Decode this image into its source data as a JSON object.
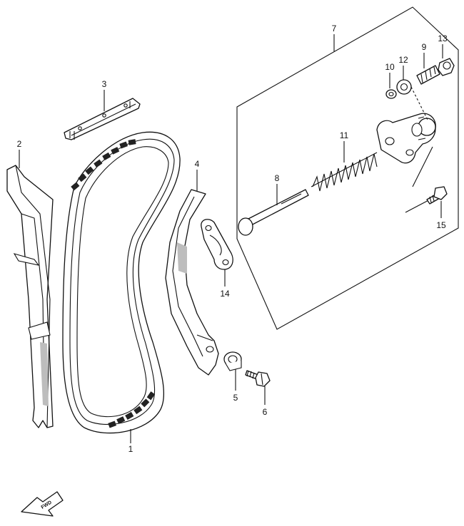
{
  "callouts": {
    "c1": "1",
    "c2": "2",
    "c3": "3",
    "c4": "4",
    "c5": "5",
    "c6": "6",
    "c7": "7",
    "c8": "8",
    "c9": "9",
    "c10": "10",
    "c11": "11",
    "c12": "12",
    "c13": "13",
    "c14": "14",
    "c15": "15"
  },
  "fwd_badge": "FWD"
}
